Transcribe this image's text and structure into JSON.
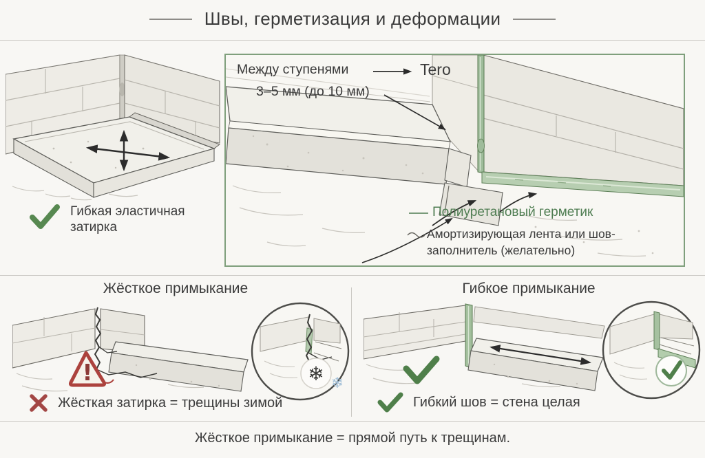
{
  "header": {
    "title": "Швы, герметизация и деформации"
  },
  "intro": {
    "flexible_grout_caption": "Гибкая эластичная\nзатирка"
  },
  "sealant_box": {
    "between_steps_label": "Между ступенями",
    "gap_label": "3–5 мм (до 10 мм)",
    "brand_label": "Tero",
    "sealant_label": "Полиуретановый герметик",
    "tape_label": "Амортизирующая лента или шов-\nзаполнитель (желательно)"
  },
  "rigid_panel": {
    "title": "Жёсткое примыкание",
    "warning_mark": "!",
    "caption": "Жёсткая затирка = трещины зимой"
  },
  "flexible_panel": {
    "title": "Гибкое примыкание",
    "caption": "Гибкий шов = стена целая"
  },
  "footer": {
    "note": "Жёсткое примыкание = прямой путь к трещинам."
  },
  "icons": {
    "snowflake_dark": "❄",
    "snowflake_light": "❄"
  },
  "colors": {
    "accent_green": "#4f7d52",
    "sealant_green": "#aec8a8",
    "accent_red": "#a34745",
    "box_border_green": "#7f9f7c",
    "text": "#3b3b3b",
    "divider": "#cbc9c4"
  }
}
